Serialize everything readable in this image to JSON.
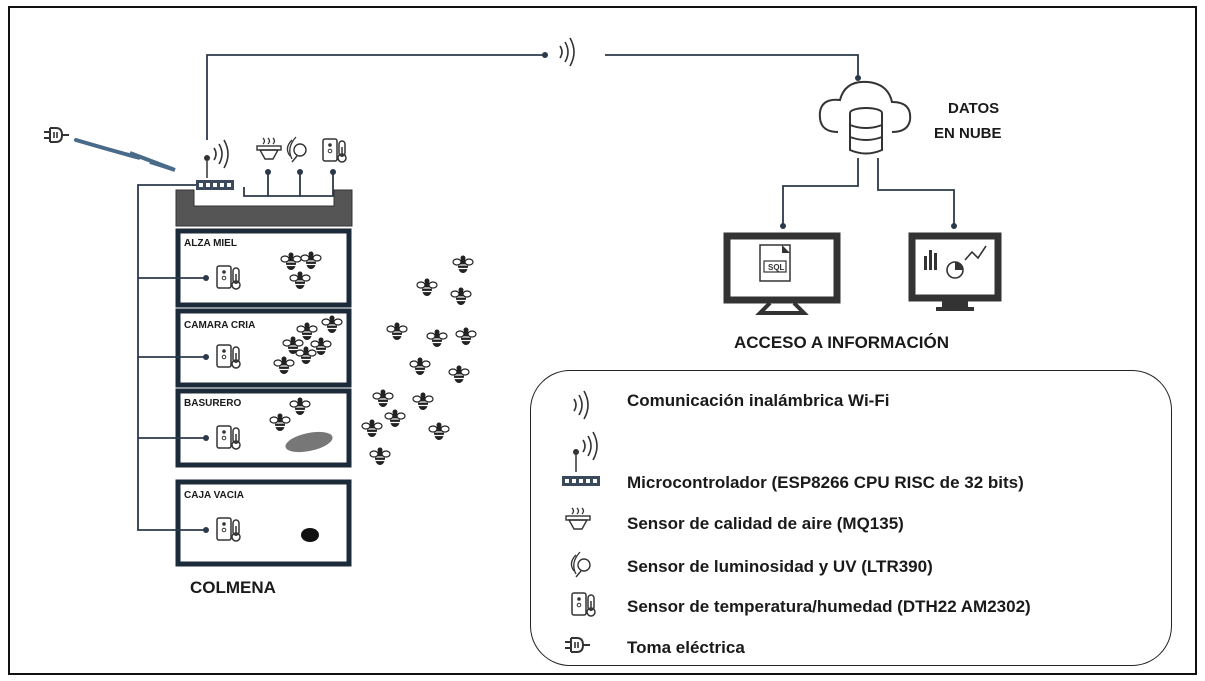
{
  "labels": {
    "cloud_line1": "DATOS",
    "cloud_line2": "EN NUBE",
    "access": "ACCESO A INFORMACIÓN",
    "hive": "COLMENA",
    "sql": "SQL"
  },
  "boxes": [
    {
      "label": "ALZA MIEL"
    },
    {
      "label": "CAMARA  CRIA"
    },
    {
      "label": "BASURERO"
    },
    {
      "label": "CAJA VACIA"
    }
  ],
  "legend": [
    {
      "icon": "wifi-waves-icon",
      "text": "Comunicación inalámbrica Wi-Fi"
    },
    {
      "icon": "microcontroller-icon",
      "text": "Microcontrolador (ESP8266 CPU RISC de 32 bits)"
    },
    {
      "icon": "air-quality-sensor-icon",
      "text": "Sensor de calidad de aire (MQ135)"
    },
    {
      "icon": "light-uv-sensor-icon",
      "text": "Sensor de luminosidad y UV (LTR390)"
    },
    {
      "icon": "temp-humidity-sensor-icon",
      "text": "Sensor de temperatura/humedad (DTH22 AM2302)"
    },
    {
      "icon": "power-plug-icon",
      "text": "Toma eléctrica"
    }
  ],
  "colors": {
    "line": "#2b3a4a",
    "hive": "#1c2b3a",
    "lid": "#555555"
  }
}
